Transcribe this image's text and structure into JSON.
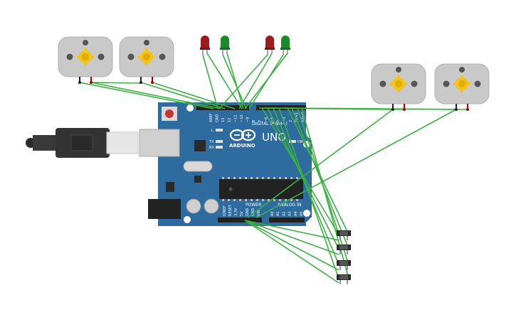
{
  "board": {
    "brand": "ARDUINO",
    "model": "UNO",
    "digital_header": "DIGITAL (PWM~)",
    "power_header": "POWER",
    "analog_header": "ANALOG IN",
    "on_label": "ON",
    "led_l": "L",
    "led_tx": "TX",
    "led_rx": "RX",
    "digital_pins": [
      "AREF",
      "GND",
      "13",
      "12",
      "~11",
      "~10",
      "~9",
      "8",
      "7",
      "~6",
      "~5",
      "4",
      "~3",
      "2",
      "TX→1",
      "RX←0"
    ],
    "power_pins": [
      "IOREF",
      "RESET",
      "3.3V",
      "5V",
      "GND",
      "GND",
      "VIN"
    ],
    "analog_pins": [
      "A0",
      "A1",
      "A2",
      "A3",
      "A4",
      "A5"
    ],
    "colors": {
      "board": "#2e6b9e",
      "wire": "#3cb043"
    }
  },
  "components": {
    "motors": [
      "dc-motor",
      "dc-motor",
      "dc-motor",
      "dc-motor"
    ],
    "leds": [
      "red",
      "green",
      "red",
      "green"
    ],
    "pushbuttons": 4,
    "usb_cable": "usb-b-cable"
  }
}
